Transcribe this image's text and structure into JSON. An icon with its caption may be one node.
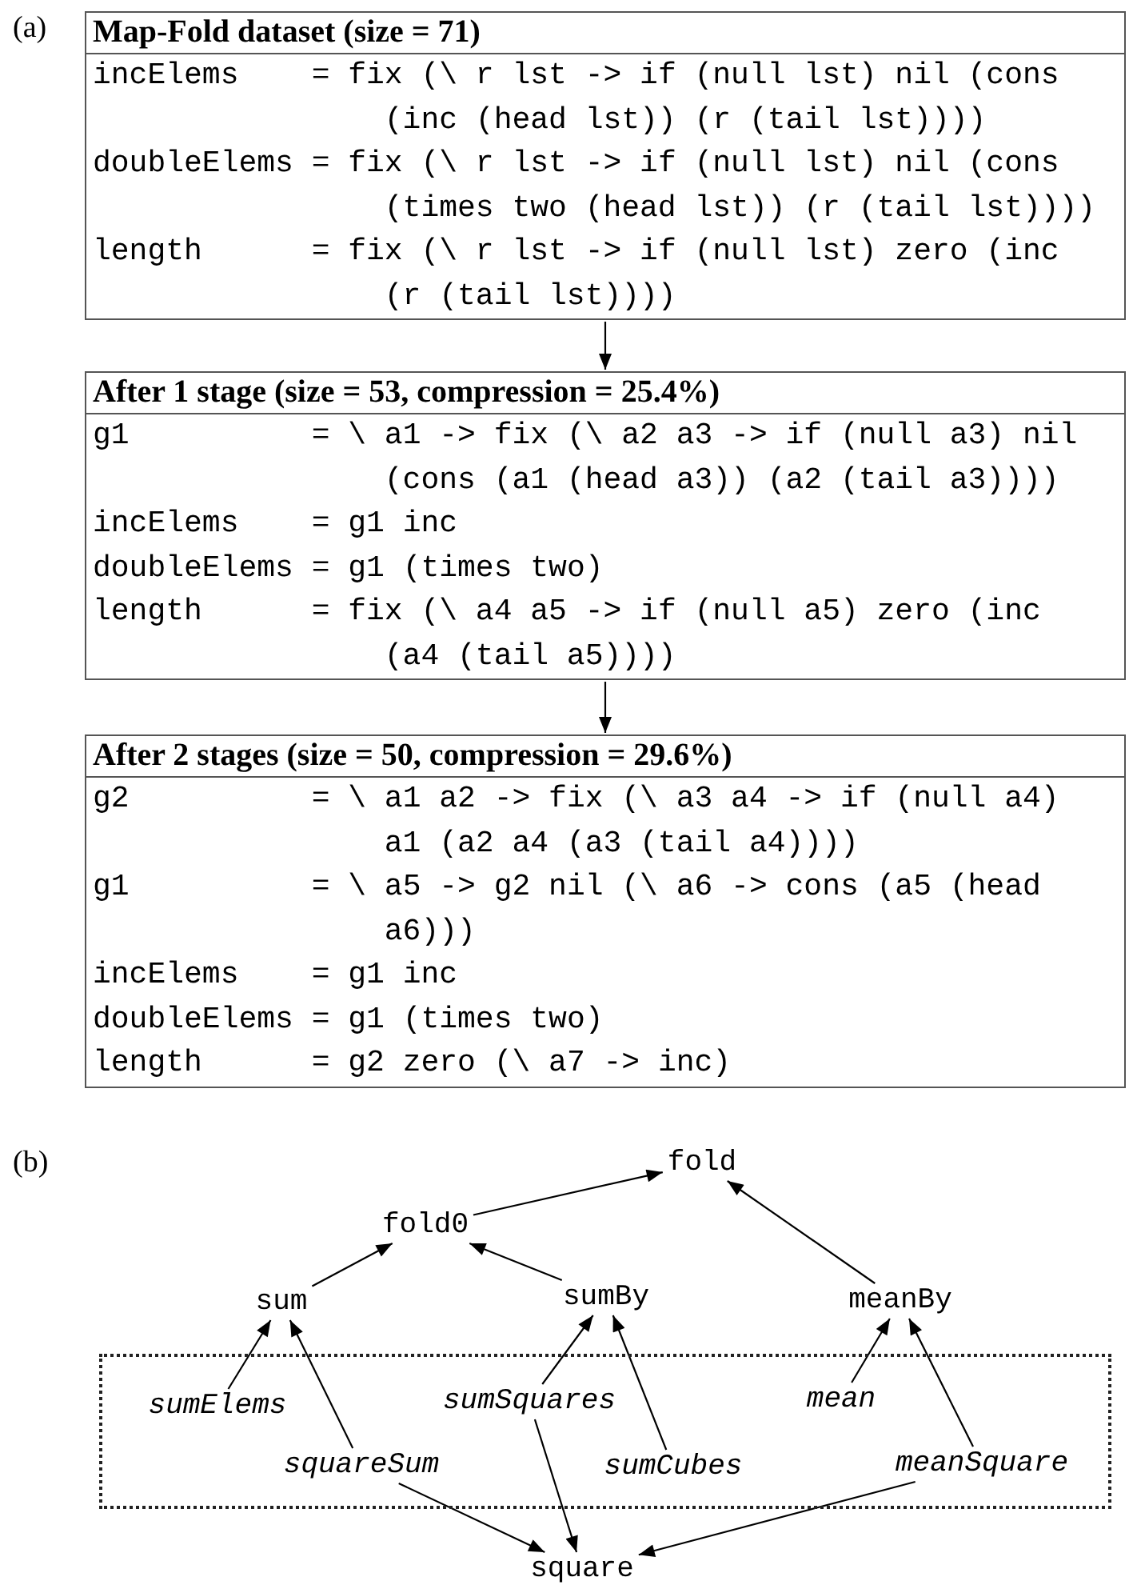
{
  "diagram": {
    "nodes": [
      {
        "text": [
          "Map-Fold dataset (size = 71)",
          "incElems",
          "= fix (\\ r lst -> if (null lst) nil (cons (inc (head lst)) (r (tail lst))))",
          "doubleElems",
          "= fix (\\ r lst -> if (null lst) nil (cons (times two (head lst)) (r (tail lst))))",
          "length",
          "= fix (\\ r lst -> if (null lst) zero (inc (r (tail lst))))"
        ]
      },
      {
        "text": [
          "After 1 stage (size = 53, compression = 25.4%)",
          "g1",
          "= \\ a1 -> fix (\\ a2 a3 -> if (null a3) nil (cons (a1 (head a3)) (a2 (tail a3))))",
          "incElems",
          "= g1 inc",
          "doubleElems",
          "= g1 (times two)",
          "length",
          "= fix (\\ a4 a5 -> if (null a5) zero (inc (a4 (tail a5))))"
        ]
      },
      {
        "text": [
          "After 2 stages (size = 50, compression = 29.6%)",
          "g2",
          "= \\ a1 a2 -> fix (\\ a3 a4 -> if (null a4) a1 (a2 a4 (a3 (tail a4))))",
          "g1",
          "= \\ a5 -> g2 nil (\\ a6 -> cons (a5 (head a6)))",
          "incElems",
          "= g1 inc",
          "doubleElems",
          "= g1 (times two)",
          "length",
          "= g2 zero (\\ a7 -> inc)"
        ]
      },
      {
        "text": [
          "fold"
        ]
      },
      {
        "text": [
          "fold0"
        ]
      },
      {
        "text": [
          "sum"
        ]
      },
      {
        "text": [
          "sumBy"
        ]
      },
      {
        "text": [
          "meanBy"
        ]
      },
      {
        "text": [],
        "shape": "box"
      },
      {
        "text": [
          "sumElems"
        ],
        "in": 8
      },
      {
        "text": [
          "sumSquares"
        ],
        "in": 8
      },
      {
        "text": [
          "mean"
        ],
        "in": 8
      },
      {
        "text": [
          "squareSum"
        ],
        "in": 8
      },
      {
        "text": [
          "sumCubes"
        ],
        "in": 8
      },
      {
        "text": [
          "meanSquare"
        ],
        "in": 8
      },
      {
        "text": [
          "square"
        ]
      }
    ],
    "edges": [
      {
        "from": 0,
        "to": 1,
        "arrow": "to"
      },
      {
        "from": 1,
        "to": 2,
        "arrow": "to"
      },
      {
        "from": 4,
        "to": 3,
        "arrow": "to"
      },
      {
        "from": 7,
        "to": 3,
        "arrow": "to"
      },
      {
        "from": 5,
        "to": 4,
        "arrow": "to"
      },
      {
        "from": 6,
        "to": 4,
        "arrow": "to"
      },
      {
        "from": 9,
        "to": 5,
        "arrow": "to"
      },
      {
        "from": 12,
        "to": 5,
        "arrow": "to"
      },
      {
        "from": 10,
        "to": 6,
        "arrow": "to"
      },
      {
        "from": 13,
        "to": 6,
        "arrow": "to"
      },
      {
        "from": 11,
        "to": 7,
        "arrow": "to"
      },
      {
        "from": 14,
        "to": 7,
        "arrow": "to"
      },
      {
        "from": 12,
        "to": 15,
        "arrow": "to"
      },
      {
        "from": 10,
        "to": 15,
        "arrow": "to"
      },
      {
        "from": 14,
        "to": 15,
        "arrow": "to"
      }
    ],
    "labels": [
      "(a)",
      "(b)"
    ]
  }
}
